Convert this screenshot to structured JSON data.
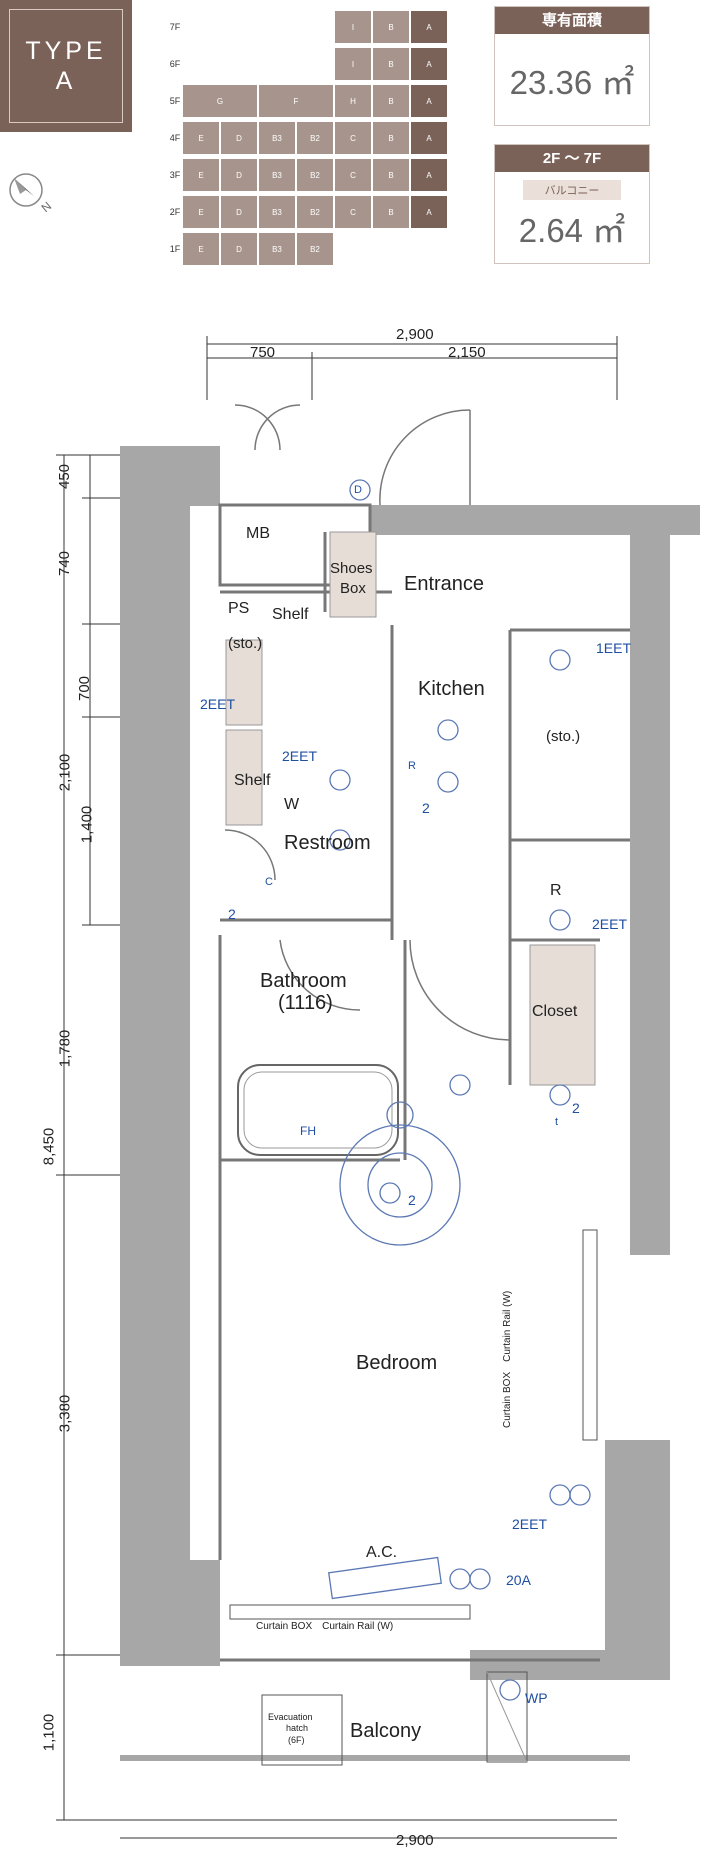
{
  "type_badge": {
    "line1": "TYPE",
    "line2": "A"
  },
  "area_box": {
    "header": "専有面積",
    "value": "23.36 ㎡"
  },
  "balcony_box": {
    "header": "2F ～ 7F",
    "sublabel": "バルコニー",
    "value": "2.64 ㎡"
  },
  "compass": {
    "label": "N"
  },
  "key_plan": {
    "floors": [
      "7F",
      "6F",
      "5F",
      "4F",
      "3F",
      "2F",
      "1F"
    ],
    "rows": [
      [
        "I",
        "B",
        "A"
      ],
      [
        "I",
        "B",
        "A"
      ],
      [
        "G",
        "F",
        "H",
        "B",
        "A"
      ],
      [
        "E",
        "D",
        "B3",
        "B2",
        "C",
        "B",
        "A"
      ],
      [
        "E",
        "D",
        "B3",
        "B2",
        "C",
        "B",
        "A"
      ],
      [
        "E",
        "D",
        "B3",
        "B2",
        "C",
        "B",
        "A"
      ],
      [
        "E",
        "D",
        "B3",
        "B2"
      ]
    ]
  },
  "dimensions": {
    "top_total": "2,900",
    "top_left": "750",
    "top_right": "2,150",
    "left_450": "450",
    "left_740": "740",
    "left_700": "700",
    "left_2100": "2,100",
    "left_1400": "1,400",
    "left_1780": "1,780",
    "left_8450": "8,450",
    "left_3380": "3,380",
    "left_1100": "1,100",
    "bottom_total": "2,900"
  },
  "rooms": {
    "mb": "MB",
    "shoes_box_1": "Shoes",
    "shoes_box_2": "Box",
    "entrance": "Entrance",
    "ps": "PS",
    "shelf_top": "Shelf",
    "sto_left": "(sto.)",
    "kitchen": "Kitchen",
    "sto_right": "(sto.)",
    "shelf_mid": "Shelf",
    "w_mark": "W",
    "restroom": "Restroom",
    "r_mark": "R",
    "c_mark": "C",
    "bathroom": "Bathroom",
    "bathroom_size": "(1116)",
    "closet": "Closet",
    "fh": "FH",
    "bedroom": "Bedroom",
    "ac": "A.C.",
    "curtain_side": "Curtain BOX　Curtain Rail (W)",
    "curtain_bottom": "Curtain BOX　Curtain Rail (W)",
    "evac_1": "Evacuation",
    "evac_2": "hatch",
    "evac_3": "(6F)",
    "balcony": "Balcony",
    "r_small": "R",
    "d_mark": "D",
    "t_mark": "t"
  },
  "electric": {
    "eet1": "1EET",
    "eet2_left": "2EET",
    "eet2_mid": "2EET",
    "eet2_right": "2EET",
    "eet2_bed": "2EET",
    "a20": "20A",
    "wp": "WP",
    "n2_a": "2",
    "n2_b": "2",
    "n2_c": "2",
    "n2_d": "2"
  }
}
